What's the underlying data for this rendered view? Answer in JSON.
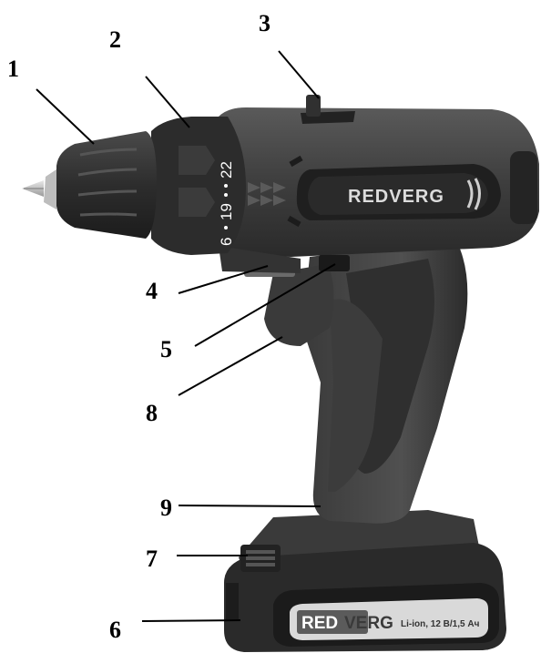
{
  "callouts": [
    "1",
    "2",
    "3",
    "4",
    "5",
    "8",
    "9",
    "7",
    "6"
  ],
  "drill": {
    "brand": "REDVERG",
    "clutch_settings": [
      "6",
      "19",
      "22"
    ]
  },
  "battery": {
    "brand_left": "RED",
    "brand_right": "VERG",
    "spec": "Li-ion, 12 В/1,5 Ач"
  },
  "colors": {
    "body_dark": "#2b2b2b",
    "body_mid": "#474747",
    "chuck": "#333333",
    "line": "#000000"
  }
}
